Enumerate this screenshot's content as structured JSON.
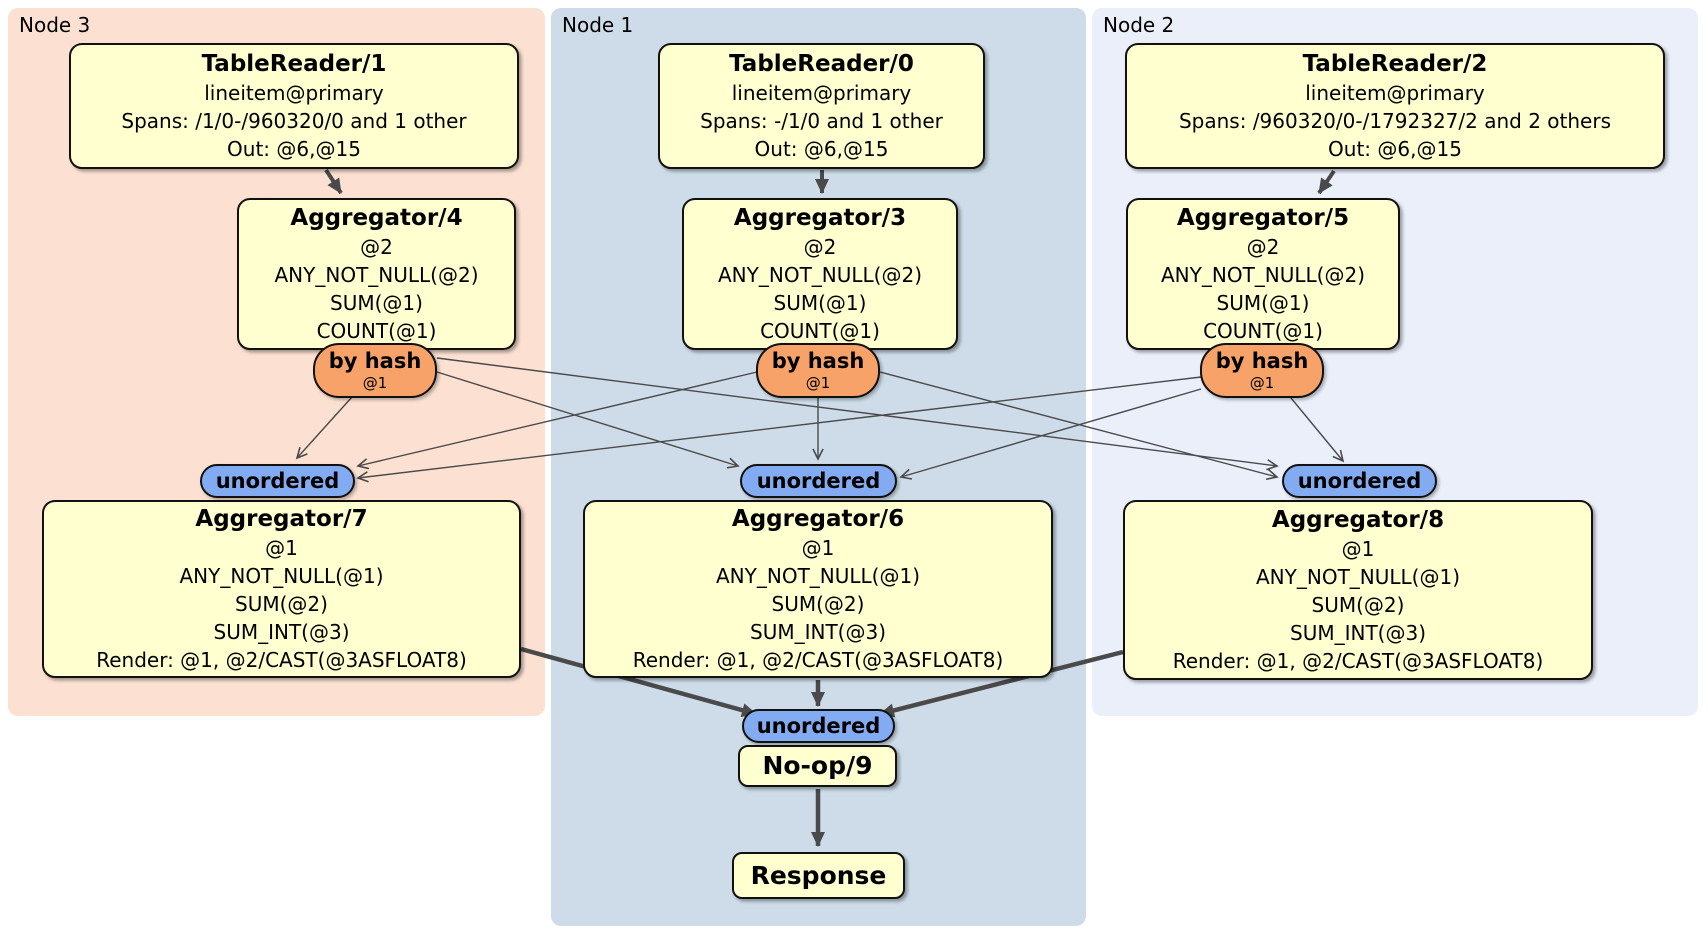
{
  "colors": {
    "node3_bg": "#fce1d2",
    "node1_bg": "#cddce8",
    "node2_bg": "#eaeffa",
    "box_bg": "#ffffd0",
    "box_border": "#111111",
    "router_bg": "#f7a269",
    "sync_bg": "#83abf2",
    "edge": "#4a4a4a"
  },
  "regions": [
    {
      "label": "Node 3"
    },
    {
      "label": "Node 1"
    },
    {
      "label": "Node 2"
    }
  ],
  "router": {
    "label": "by hash",
    "stream": "@1"
  },
  "sync": {
    "label": "unordered"
  },
  "boxes": {
    "tr1": {
      "title": "TableReader/1",
      "lines": [
        "lineitem@primary",
        "Spans: /1/0-/960320/0 and 1 other",
        "Out: @6,@15"
      ]
    },
    "tr0": {
      "title": "TableReader/0",
      "lines": [
        "lineitem@primary",
        "Spans: -/1/0 and 1 other",
        "Out: @6,@15"
      ]
    },
    "tr2": {
      "title": "TableReader/2",
      "lines": [
        "lineitem@primary",
        "Spans: /960320/0-/1792327/2 and 2 others",
        "Out: @6,@15"
      ]
    },
    "agg4": {
      "title": "Aggregator/4",
      "lines": [
        "@2",
        "ANY_NOT_NULL(@2)",
        "SUM(@1)",
        "COUNT(@1)"
      ]
    },
    "agg3": {
      "title": "Aggregator/3",
      "lines": [
        "@2",
        "ANY_NOT_NULL(@2)",
        "SUM(@1)",
        "COUNT(@1)"
      ]
    },
    "agg5": {
      "title": "Aggregator/5",
      "lines": [
        "@2",
        "ANY_NOT_NULL(@2)",
        "SUM(@1)",
        "COUNT(@1)"
      ]
    },
    "agg7": {
      "title": "Aggregator/7",
      "lines": [
        "@1",
        "ANY_NOT_NULL(@1)",
        "SUM(@2)",
        "SUM_INT(@3)",
        "Render: @1, @2/CAST(@3ASFLOAT8)"
      ]
    },
    "agg6": {
      "title": "Aggregator/6",
      "lines": [
        "@1",
        "ANY_NOT_NULL(@1)",
        "SUM(@2)",
        "SUM_INT(@3)",
        "Render: @1, @2/CAST(@3ASFLOAT8)"
      ]
    },
    "agg8": {
      "title": "Aggregator/8",
      "lines": [
        "@1",
        "ANY_NOT_NULL(@1)",
        "SUM(@2)",
        "SUM_INT(@3)",
        "Render: @1, @2/CAST(@3ASFLOAT8)"
      ]
    },
    "noop": {
      "title": "No-op/9"
    },
    "response": {
      "title": "Response"
    }
  }
}
